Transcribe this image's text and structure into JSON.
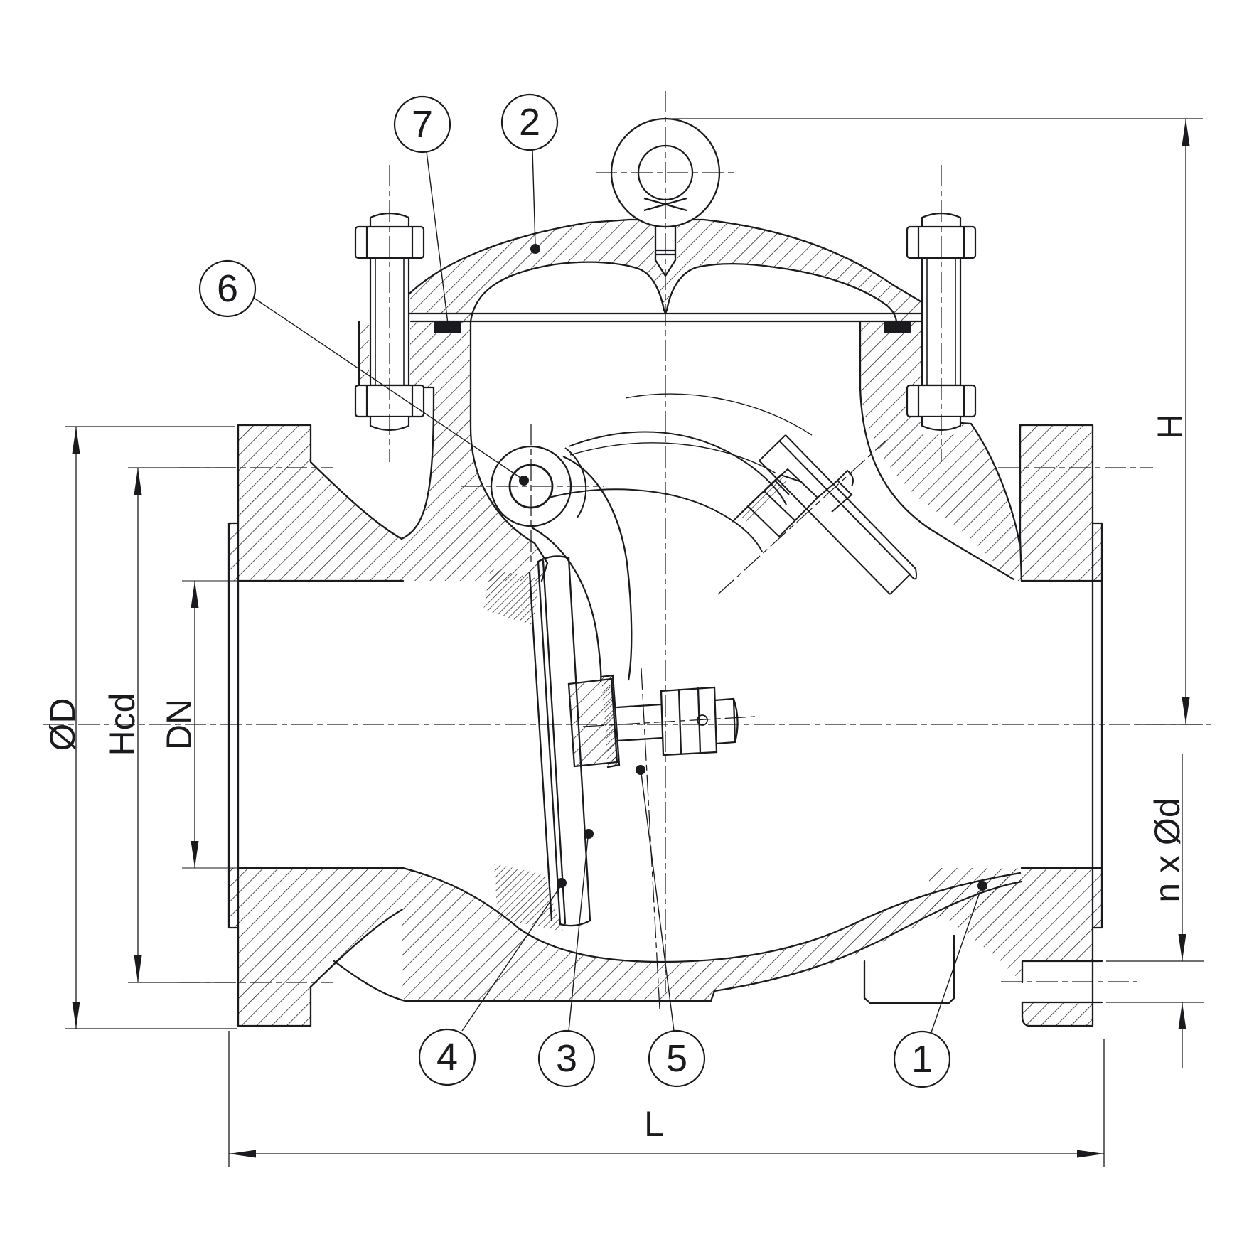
{
  "drawing": {
    "type": "engineering-section-drawing",
    "subject": "swing check valve cross-section",
    "colors": {
      "line": "#1b1b1f",
      "background": "#ffffff"
    },
    "callouts": [
      {
        "number": "1"
      },
      {
        "number": "2"
      },
      {
        "number": "3"
      },
      {
        "number": "4"
      },
      {
        "number": "5"
      },
      {
        "number": "6"
      },
      {
        "number": "7"
      }
    ],
    "dimensions": {
      "height": {
        "label": "H"
      },
      "face_to_face": {
        "label": "L"
      },
      "nominal_bore": {
        "label": "DN"
      },
      "bolt_circle": {
        "label": "Hcd"
      },
      "flange_od": {
        "label": "ØD"
      },
      "bolt_holes": {
        "label": "n x Ød"
      }
    }
  }
}
